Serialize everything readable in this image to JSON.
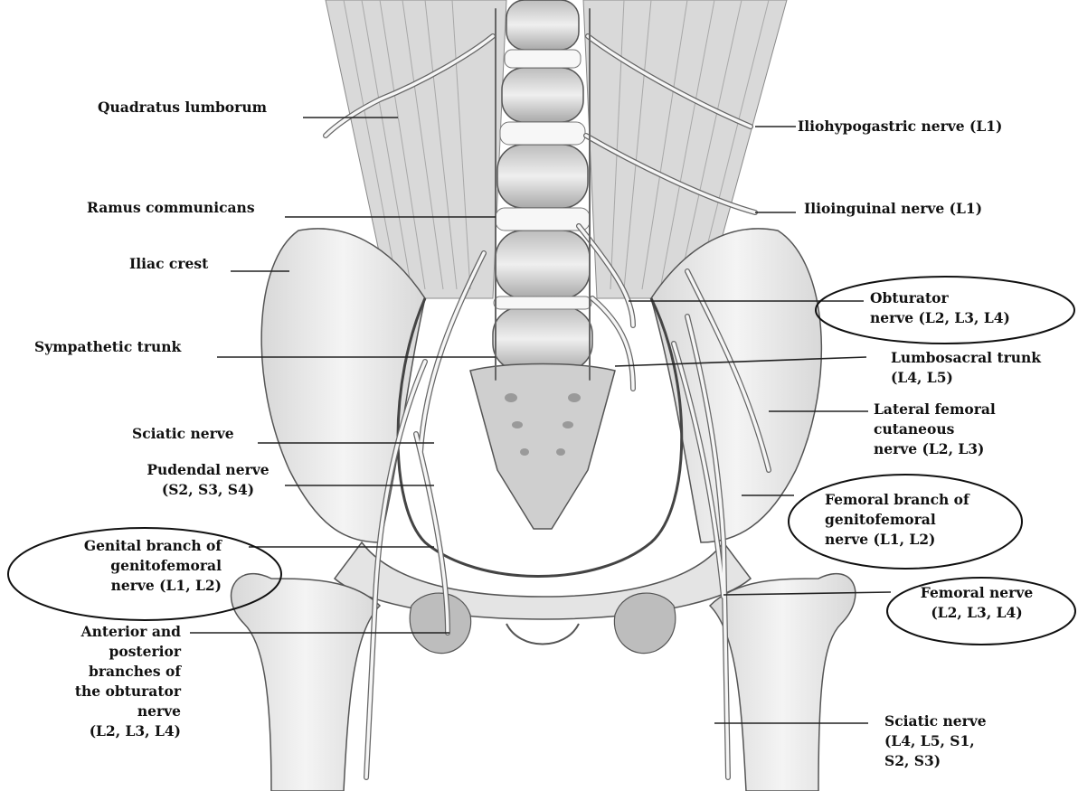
{
  "figure": {
    "colors": {
      "ink": "#222222",
      "bone": "#ececec",
      "bone_shade": "#c9c9c9",
      "muscle": "#d6d6d6",
      "nerve": "#f7f7f7",
      "circle": "#111111"
    }
  },
  "labels": {
    "quadratus_lumborum": "Quadratus lumborum",
    "ramus_communicans": "Ramus communicans",
    "iliac_crest": "Iliac crest",
    "sympathetic_trunk": "Sympathetic trunk",
    "sciatic_nerve_upper": "Sciatic nerve",
    "pudendal_nerve": {
      "line1": "Pudendal nerve",
      "line2": "(S2, S3, S4)"
    },
    "genital_branch": {
      "line1": "Genital branch of",
      "line2": "genitofemoral",
      "line3": "nerve (L1, L2)"
    },
    "anterior_posterior_obturator": {
      "line1": "Anterior and",
      "line2": "posterior",
      "line3": "branches of",
      "line4": "the obturator",
      "line5": "nerve",
      "line6": "(L2, L3, L4)"
    },
    "iliohypogastric": "Iliohypogastric nerve (L1)",
    "ilioinguinal": "Ilioinguinal nerve (L1)",
    "obturator": {
      "line1": "Obturator",
      "line2": "nerve (L2, L3, L4)"
    },
    "lumbosacral_trunk": {
      "line1": "Lumbosacral trunk",
      "line2": "(L4, L5)"
    },
    "lateral_femoral": {
      "line1": "Lateral femoral",
      "line2": "cutaneous",
      "line3": "nerve (L2, L3)"
    },
    "femoral_branch": {
      "line1": "Femoral branch of",
      "line2": "genitofemoral",
      "line3": "nerve (L1, L2)"
    },
    "femoral_nerve": {
      "line1": "Femoral nerve",
      "line2": "(L2, L3, L4)"
    },
    "sciatic_nerve_lower": {
      "line1": "Sciatic nerve",
      "line2": "(L4, L5, S1,",
      "line3": "S2, S3)"
    }
  }
}
